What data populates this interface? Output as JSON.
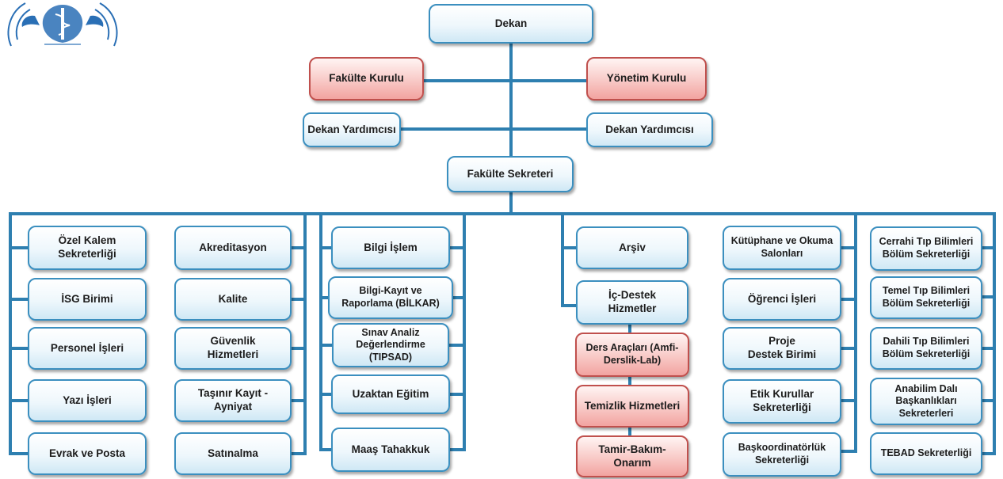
{
  "top": {
    "dekan": "Dekan",
    "fakulte_kurulu": "Fakülte Kurulu",
    "yonetim_kurulu": "Yönetim Kurulu",
    "dekan_yardimcisi_left": "Dekan Yardımcısı",
    "dekan_yardimcisi_right": "Dekan Yardımcısı",
    "fakulte_sekreteri": "Fakülte Sekreteri"
  },
  "col1": [
    "Özel Kalem\nSekreterliği",
    "İSG Birimi",
    "Personel  İşleri",
    "Yazı İşleri",
    "Evrak ve Posta"
  ],
  "col2": [
    "Akreditasyon",
    "Kalite",
    "Güvenlik\nHizmetleri",
    "Taşınır Kayıt -\nAyniyat",
    "Satınalma"
  ],
  "col3": [
    "Bilgi İşlem",
    "Bilgi-Kayıt ve\nRaporlama (BİLKAR)",
    "Sınav Analiz\nDeğerlendirme\n(TIPSAD)",
    "Uzaktan Eğitim",
    "Maaş Tahakkuk"
  ],
  "col4": {
    "arsiv": "Arşiv",
    "ic_destek": "İç-Destek\nHizmetler",
    "ders_araclari": "Ders Araçları  (Amfi-\nDerslik-Lab)",
    "temizlik": "Temizlik Hizmetleri",
    "tamir": "Tamir-Bakım-\nOnarım"
  },
  "col5": [
    "Kütüphane ve Okuma\nSalonları",
    "Öğrenci İşleri",
    "Proje\nDestek Birimi",
    "Etik Kurullar\nSekreterliği",
    "Başkoordinatörlük\nSekreterliği"
  ],
  "col6": [
    "Cerrahi  Tıp Bilimleri\nBölüm Sekreterliği",
    "Temel Tıp Bilimleri\nBölüm Sekreterliği",
    "Dahili Tıp Bilimleri\nBölüm Sekreterliği",
    "Anabilim Dalı\nBaşkanlıkları\nSekreterleri",
    "TEBAD Sekreterliği"
  ],
  "colors": {
    "line": "#2e7fb0",
    "border_blue": "#3b8fbf",
    "border_red": "#c0504d",
    "logo": "#2a6fb5"
  },
  "logo": {
    "icon": "university-seal-icon"
  }
}
